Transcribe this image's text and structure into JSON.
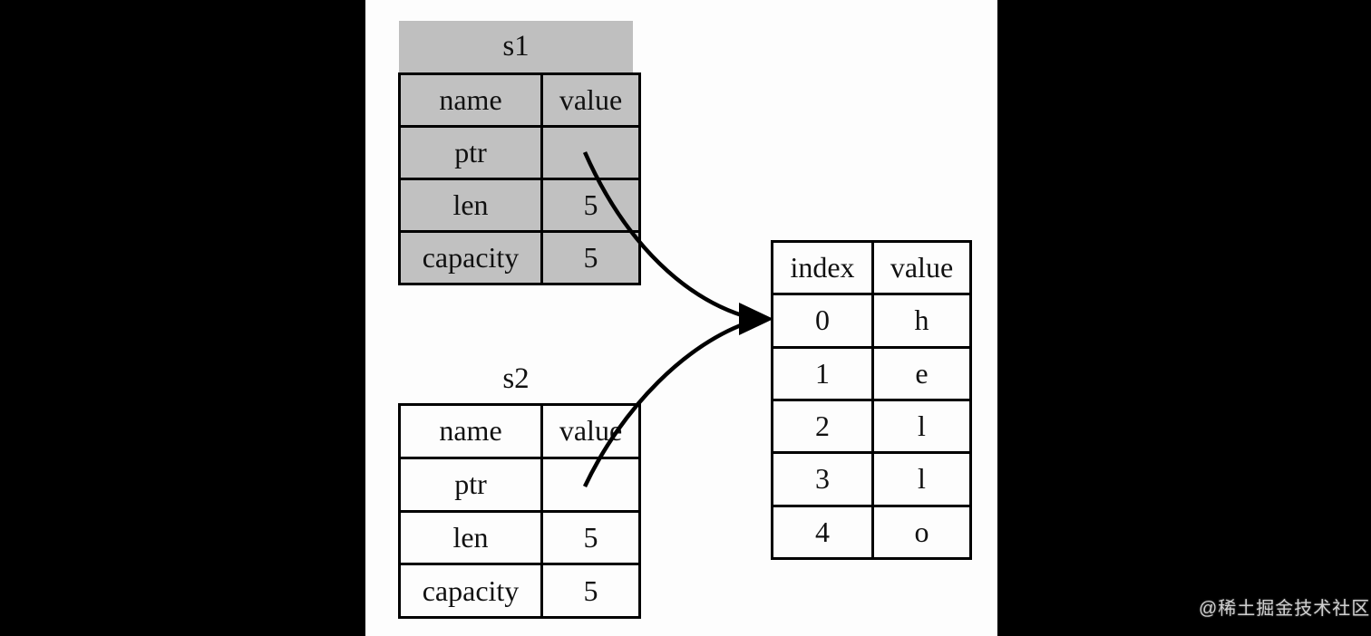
{
  "colors": {
    "background_bars": "#000000",
    "canvas": "#fdfdfd",
    "s1_shade": "#c1c1c1",
    "table_border": "#000000",
    "arrow": "#000000",
    "watermark": "#cfcfcf"
  },
  "diagram": {
    "s1": {
      "title": "s1",
      "header": {
        "name": "name",
        "value": "value"
      },
      "rows": [
        {
          "name": "ptr",
          "value": ""
        },
        {
          "name": "len",
          "value": "5"
        },
        {
          "name": "capacity",
          "value": "5"
        }
      ]
    },
    "s2": {
      "title": "s2",
      "header": {
        "name": "name",
        "value": "value"
      },
      "rows": [
        {
          "name": "ptr",
          "value": ""
        },
        {
          "name": "len",
          "value": "5"
        },
        {
          "name": "capacity",
          "value": "5"
        }
      ]
    },
    "heap": {
      "header": {
        "index": "index",
        "value": "value"
      },
      "rows": [
        {
          "index": "0",
          "value": "h"
        },
        {
          "index": "1",
          "value": "e"
        },
        {
          "index": "2",
          "value": "l"
        },
        {
          "index": "3",
          "value": "l"
        },
        {
          "index": "4",
          "value": "o"
        }
      ]
    }
  },
  "watermark": {
    "text": "@稀土掘金技术社区"
  }
}
